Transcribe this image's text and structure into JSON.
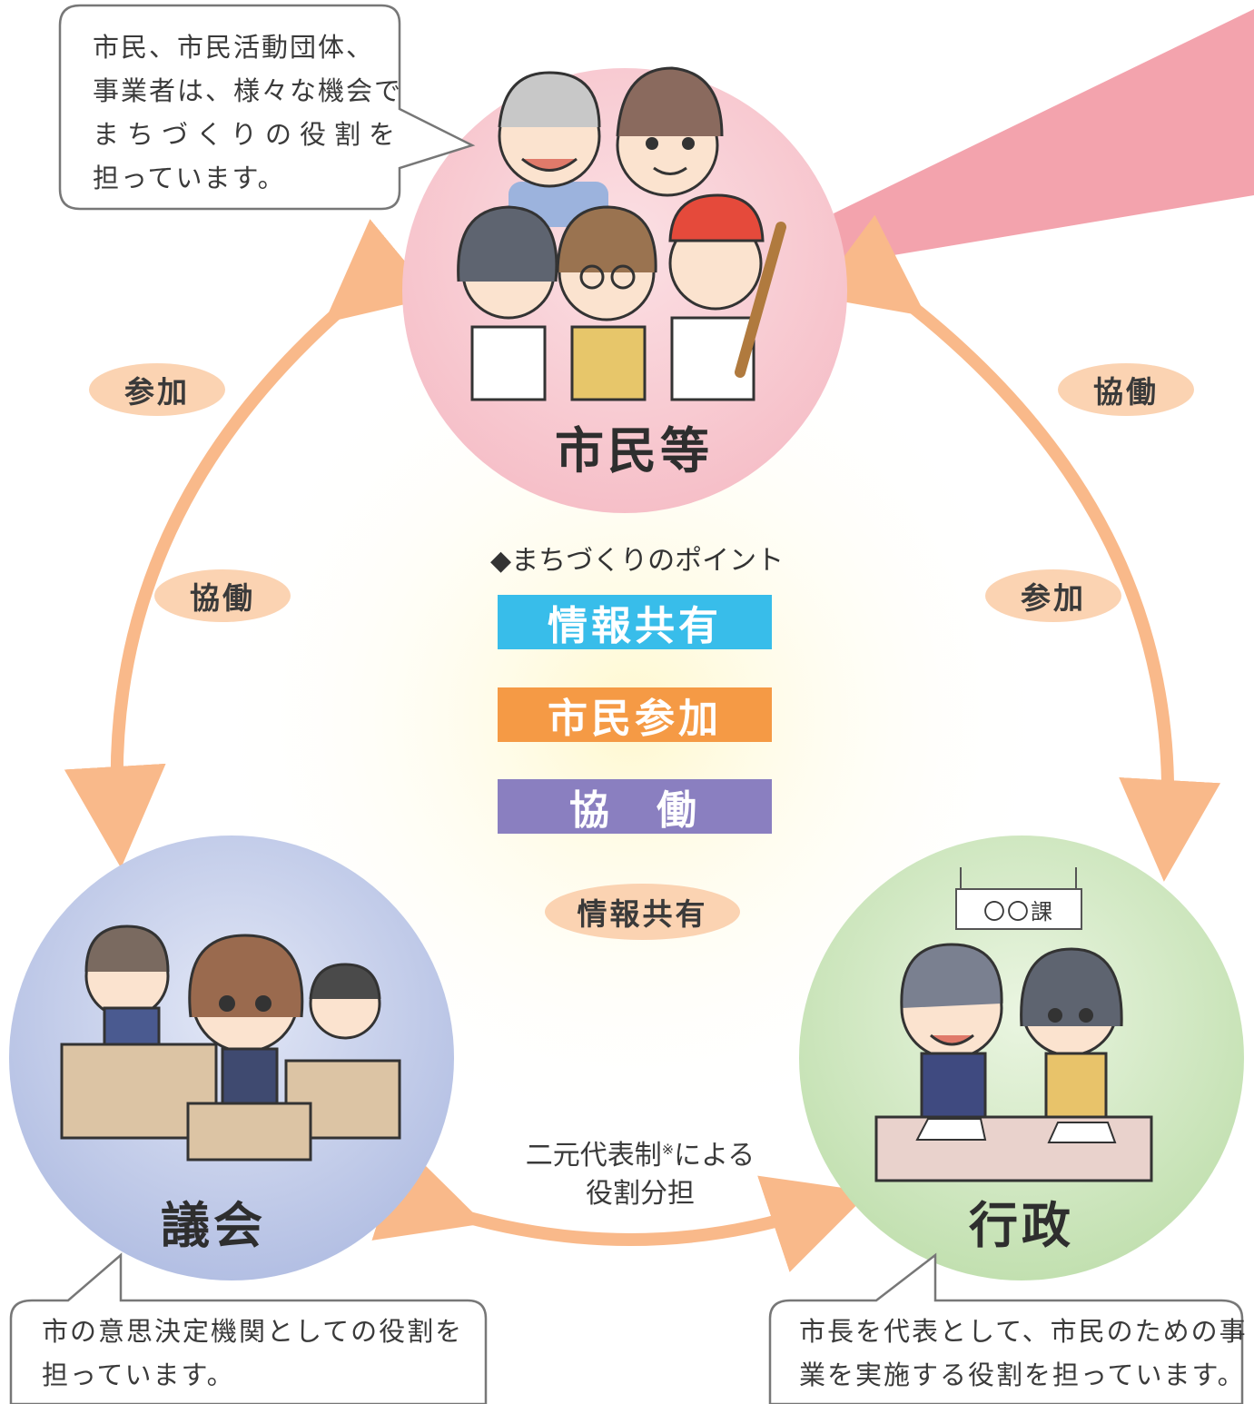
{
  "speech_bubbles": {
    "citizens": [
      "市民、市民活動団体、",
      "事業者は、様々な機会で",
      "まちづくりの役割を",
      "担っています。"
    ],
    "council": [
      "市の意思決定機関としての役割を",
      "担っています。"
    ],
    "administration": [
      "市長を代表として、市民のための事",
      "業を実施する役割を担っています。"
    ]
  },
  "nodes": {
    "citizens": "市民等",
    "council": "議会",
    "administration": "行政"
  },
  "arrow_labels": {
    "left_participation": "参加",
    "left_collaboration": "協働",
    "right_collaboration": "協働",
    "right_participation": "参加",
    "info_share": "情報共有"
  },
  "points": {
    "title": "◆まちづくりのポイント",
    "items": [
      "情報共有",
      "市民参加",
      "協　働"
    ],
    "colors": [
      "#38bdea",
      "#f59a45",
      "#8a7fc0"
    ]
  },
  "dual_representation": {
    "line1": "二元代表制",
    "mark": "※",
    "line1_suffix": "による",
    "line2": "役割分担"
  },
  "office_sign": "〇〇課",
  "colors": {
    "arrow": "#f9b98a",
    "citizen_circle": "#f7c4cc",
    "council_circle": "#b8c3e4",
    "admin_circle": "#c8e3b8",
    "pink_beam": "#f3a3ad"
  }
}
